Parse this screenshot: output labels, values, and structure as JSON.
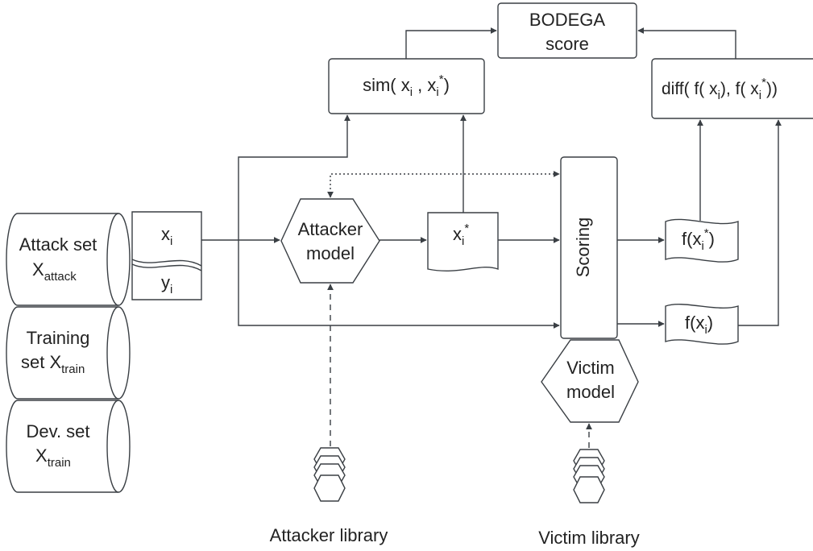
{
  "diagram": {
    "nodes": {
      "bodega": {
        "line1": "BODEGA",
        "line2": "score"
      },
      "sim": {
        "prefix": "sim( x",
        "sub1": "i",
        "mid": " , x",
        "sub2": "i",
        "sup2": "*",
        "suffix": ")"
      },
      "diff": {
        "prefix": "diff( f( x",
        "sub1": "i",
        "mid": "), f( x",
        "sub2": "i",
        "sup2": "*",
        "suffix": "))"
      },
      "attack_set": {
        "line1": "Attack set",
        "base": "X",
        "sub": "attack"
      },
      "training_set": {
        "line1": "Training",
        "base": "set X",
        "sub": "train"
      },
      "dev_set": {
        "line1": "Dev. set",
        "base": "X",
        "sub": "train"
      },
      "xi_doc": {
        "base": "x",
        "sub": "i"
      },
      "yi_doc": {
        "base": "y",
        "sub": "i"
      },
      "attacker_model": {
        "line1": "Attacker",
        "line2": "model"
      },
      "xi_star_doc": {
        "base": "x",
        "sub": "i",
        "sup": "*"
      },
      "scoring": {
        "label": "Scoring"
      },
      "f_xi_star": {
        "prefix": "f(x",
        "sub": "i",
        "sup": "*",
        "suffix": ")"
      },
      "f_xi": {
        "prefix": "f(x",
        "sub": "i",
        "suffix": ")"
      },
      "victim_model": {
        "line1": "Victim",
        "line2": "model"
      },
      "attacker_library": {
        "label": "Attacker library"
      },
      "victim_library": {
        "label": "Victim library"
      }
    },
    "colors": {
      "stroke": "#3a3f44",
      "fill": "#ffffff",
      "text": "#222222"
    }
  }
}
